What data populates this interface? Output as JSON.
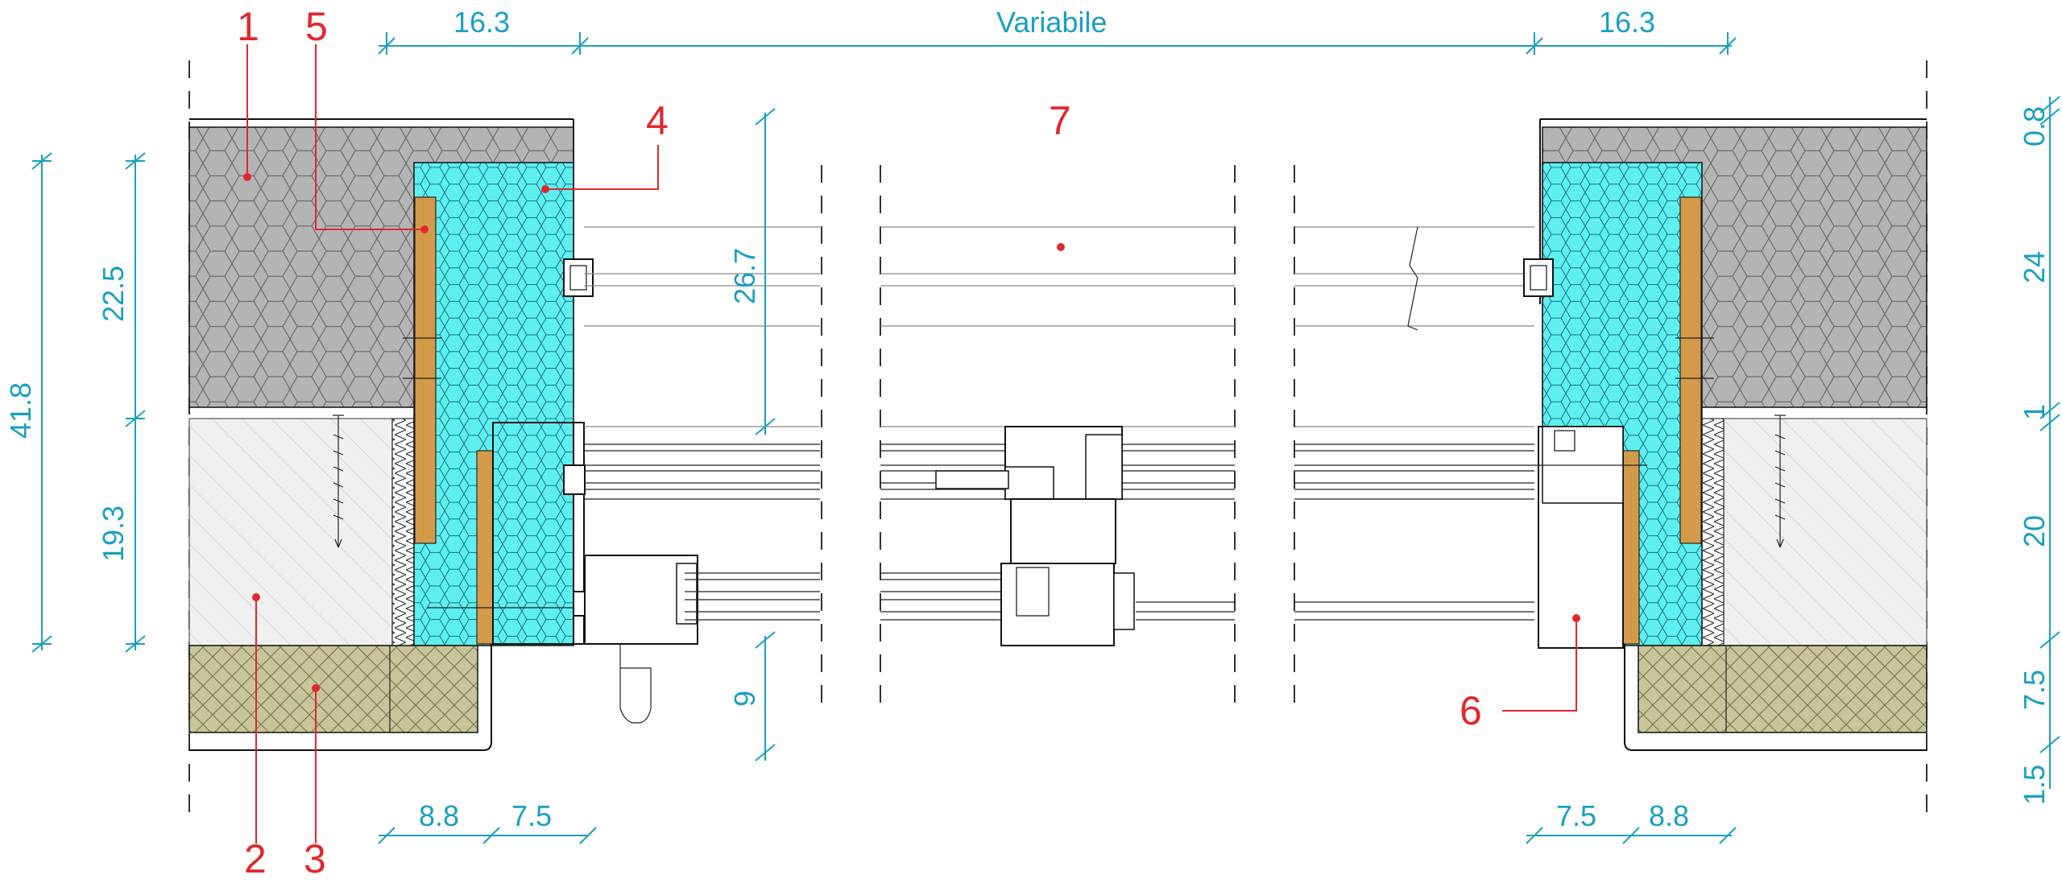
{
  "diagram": {
    "callouts": [
      "1",
      "2",
      "3",
      "4",
      "5",
      "6",
      "7"
    ],
    "dimensions": {
      "top": {
        "left": "16.3",
        "middle": "Variabile",
        "right": "16.3"
      },
      "left_outer": "41.8",
      "left_upper": "22.5",
      "left_lower": "19.3",
      "mid_upper": "26.7",
      "mid_lower": "9",
      "bottom_left": [
        "8.8",
        "7.5"
      ],
      "bottom_right": [
        "7.5",
        "8.8"
      ],
      "right": [
        "0.8",
        "24",
        "1",
        "20",
        "7.5",
        "1.5"
      ]
    },
    "colors": {
      "dimension": "#1a9fc0",
      "callout": "#e0282e",
      "block_grey": "#b4b4b4",
      "insulation_cyan": "#5ef0f0",
      "wood": "#d39a4a",
      "plaster": "#f0f0f0",
      "sill_stone": "#c9c59a"
    }
  }
}
